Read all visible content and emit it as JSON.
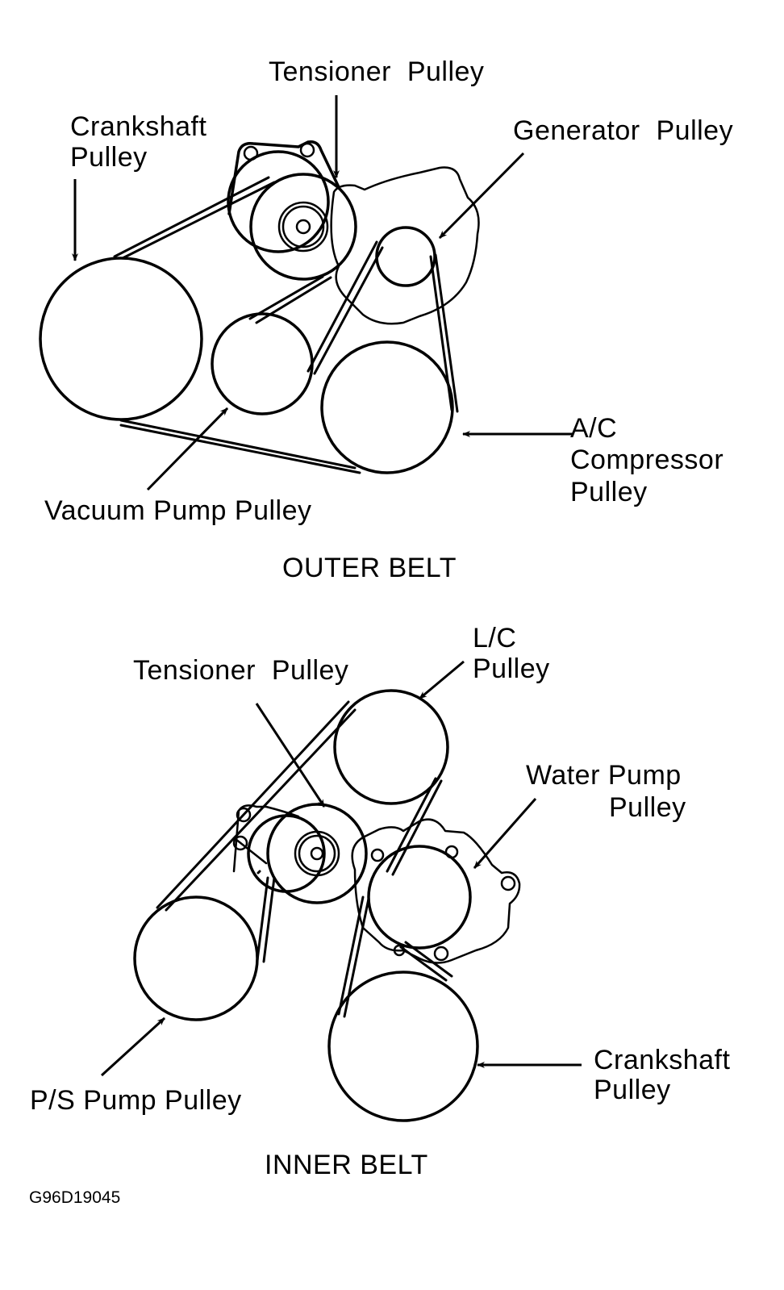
{
  "colors": {
    "ink": "#000000",
    "paper": "#ffffff"
  },
  "outer_belt": {
    "title": "OUTER BELT",
    "labels": {
      "tensioner": "Tensioner  Pulley",
      "crankshaft_line1": "Crankshaft",
      "crankshaft_line2": "Pulley",
      "generator": "Generator  Pulley",
      "ac_line1": "A/C",
      "ac_line2": "Compressor",
      "ac_line3": "Pulley",
      "vacuum": "Vacuum Pump Pulley"
    },
    "pulleys": [
      "Crankshaft Pulley",
      "Tensioner Pulley",
      "Generator Pulley",
      "Vacuum Pump Pulley",
      "A/C Compressor Pulley"
    ]
  },
  "inner_belt": {
    "title": "INNER BELT",
    "labels": {
      "tensioner": "Tensioner  Pulley",
      "lc_line1": "L/C",
      "lc_line2": "Pulley",
      "water_line1": "Water Pump",
      "water_line2": "Pulley",
      "ps": "P/S Pump Pulley",
      "crankshaft_line1": "Crankshaft",
      "crankshaft_line2": "Pulley"
    },
    "pulleys": [
      "L/C Pulley",
      "Tensioner Pulley",
      "Water Pump Pulley",
      "P/S Pump Pulley",
      "Crankshaft Pulley"
    ]
  },
  "figure_code": "G96D19045"
}
